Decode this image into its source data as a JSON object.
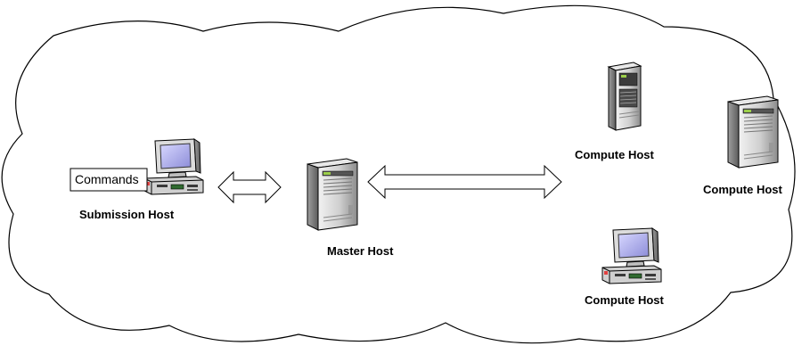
{
  "diagram": {
    "commands_label": "Commands",
    "submission_host": "Submission Host",
    "master_host": "Master Host",
    "compute_hosts": [
      "Compute Host",
      "Compute Host",
      "Compute Host"
    ]
  },
  "icons": {
    "desktop": "desktop-computer-icon",
    "tower": "tower-server-icon"
  },
  "colors": {
    "outline": "#000000",
    "screen": "#b8b8e8",
    "case_light": "#d9d9d9",
    "case_dark": "#7a7a7a",
    "led": "#e04040"
  }
}
